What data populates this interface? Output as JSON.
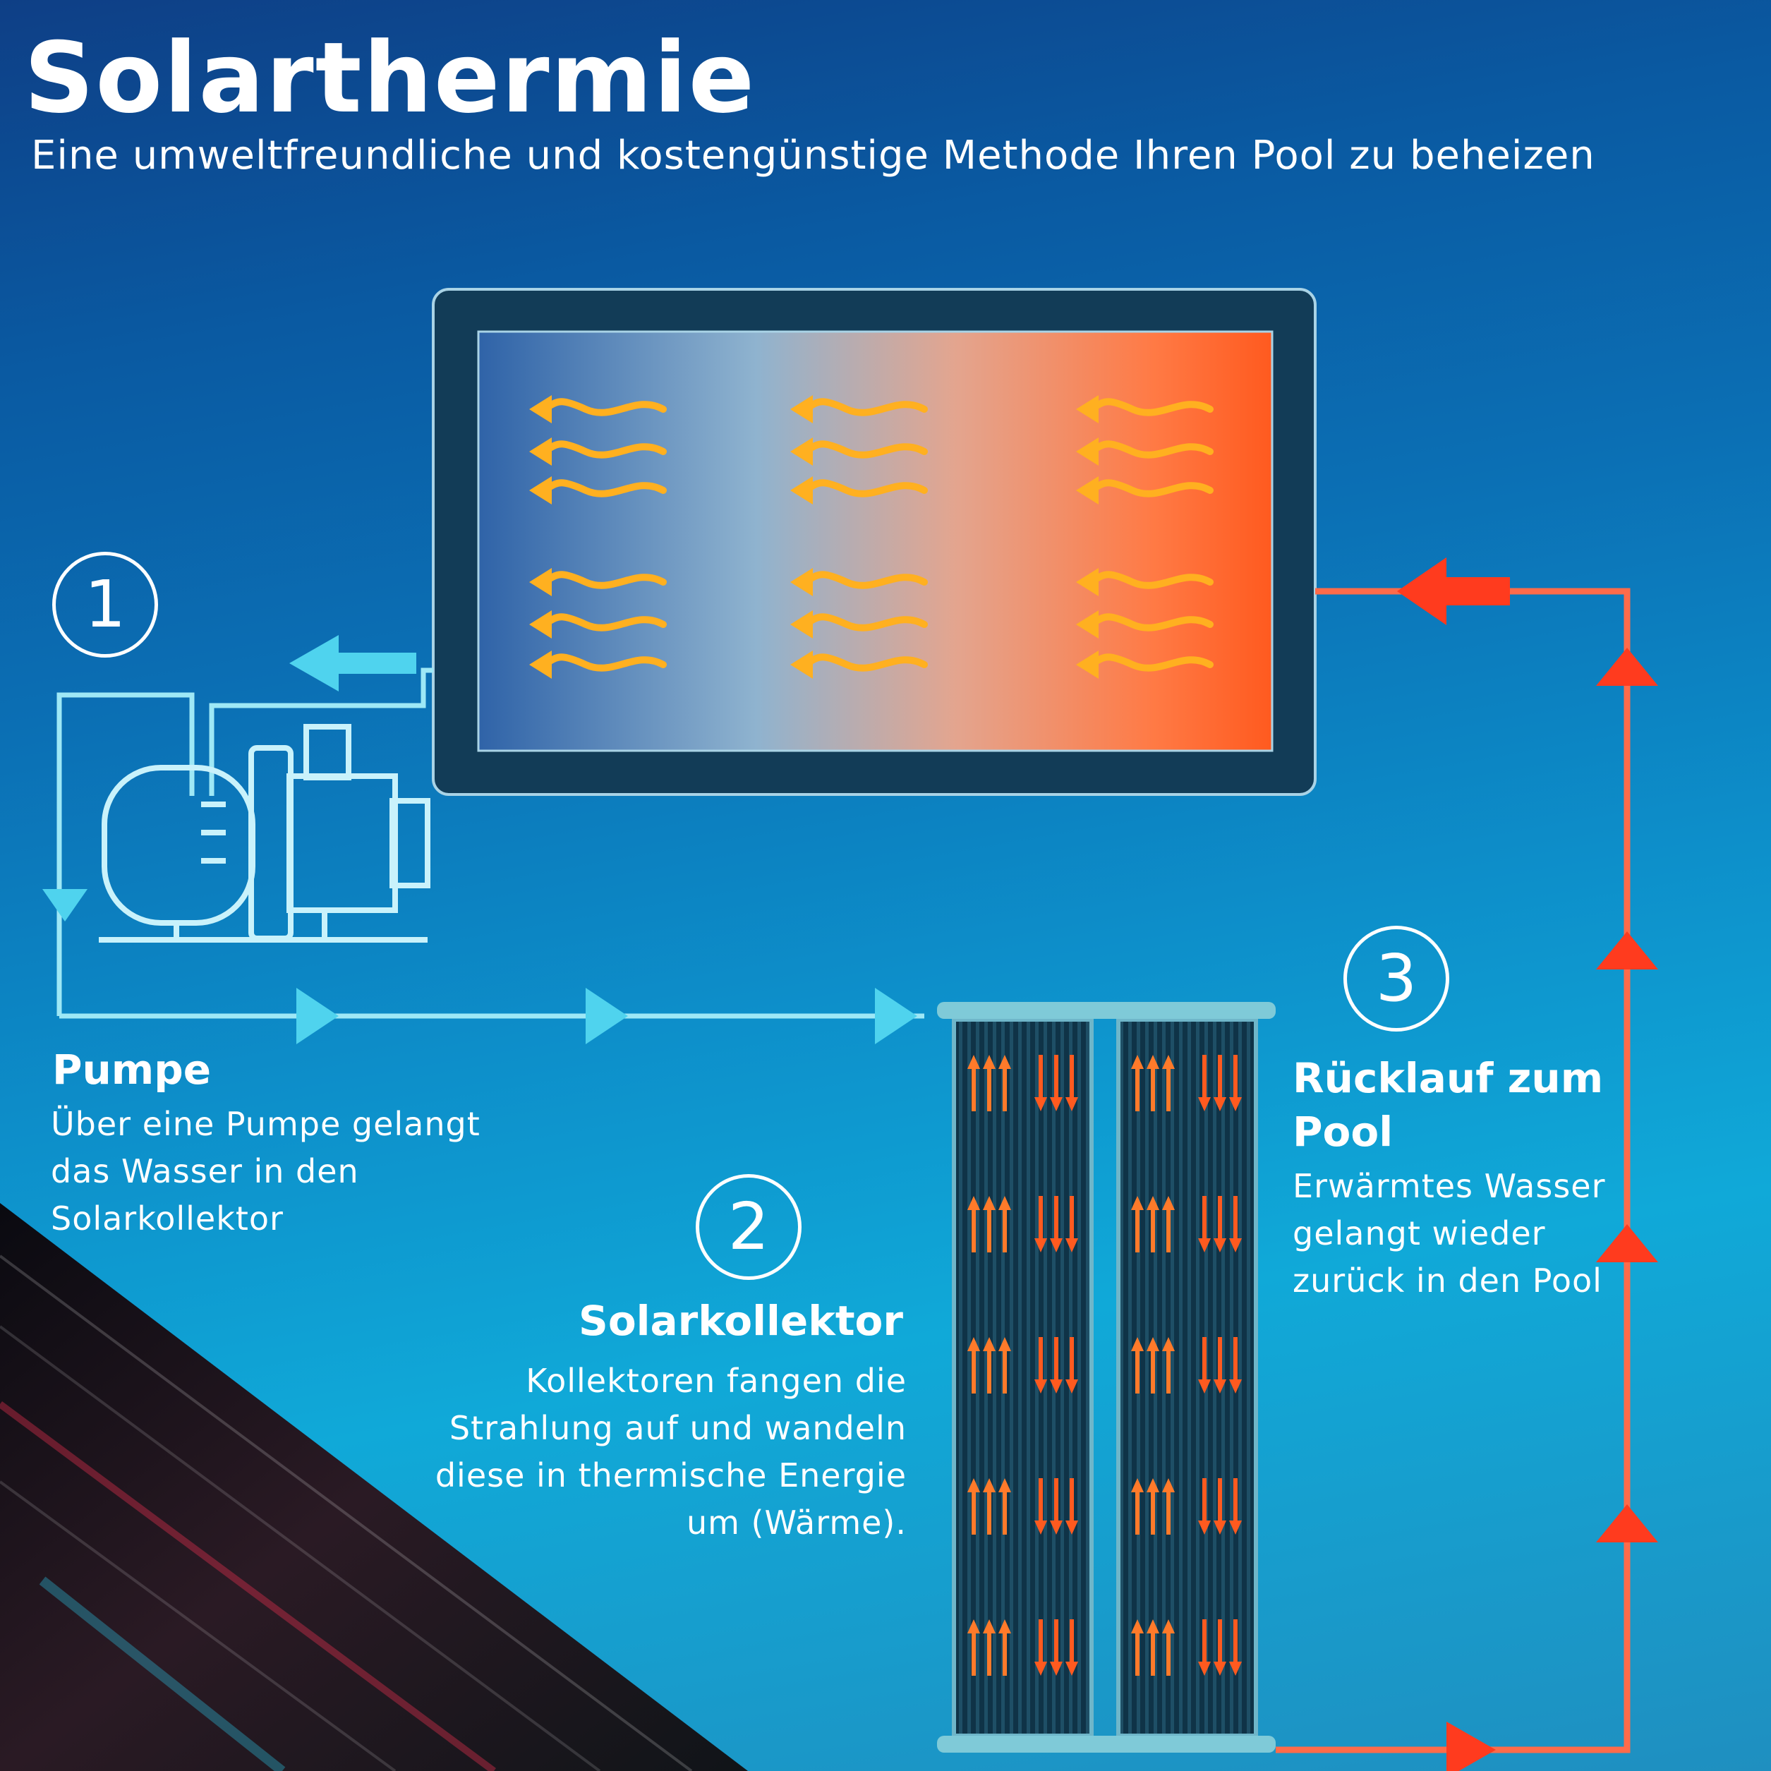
{
  "header": {
    "title": "Solarthermie",
    "subtitle": "Eine umweltfreundliche und kostengünstige Methode Ihren Pool zu beheizen"
  },
  "steps": [
    {
      "number": "1",
      "title": "Pumpe",
      "text": "Über eine Pumpe gelangt das Wasser in den Solarkollektor"
    },
    {
      "number": "2",
      "title": "Solarkollektor",
      "text": "Kollektoren fangen die Strahlung auf und wandeln diese in thermische Energie um (Wärme)."
    },
    {
      "number": "3",
      "title": "Rücklauf zum Pool",
      "text": "Erwärmtes Wasser gelangt wieder zurück in den Pool"
    }
  ],
  "colors": {
    "cold_flow": "#4fd3ee",
    "hot_flow": "#ff3b1e",
    "warm_arrow": "#ffb020",
    "frame": "#123c57"
  }
}
